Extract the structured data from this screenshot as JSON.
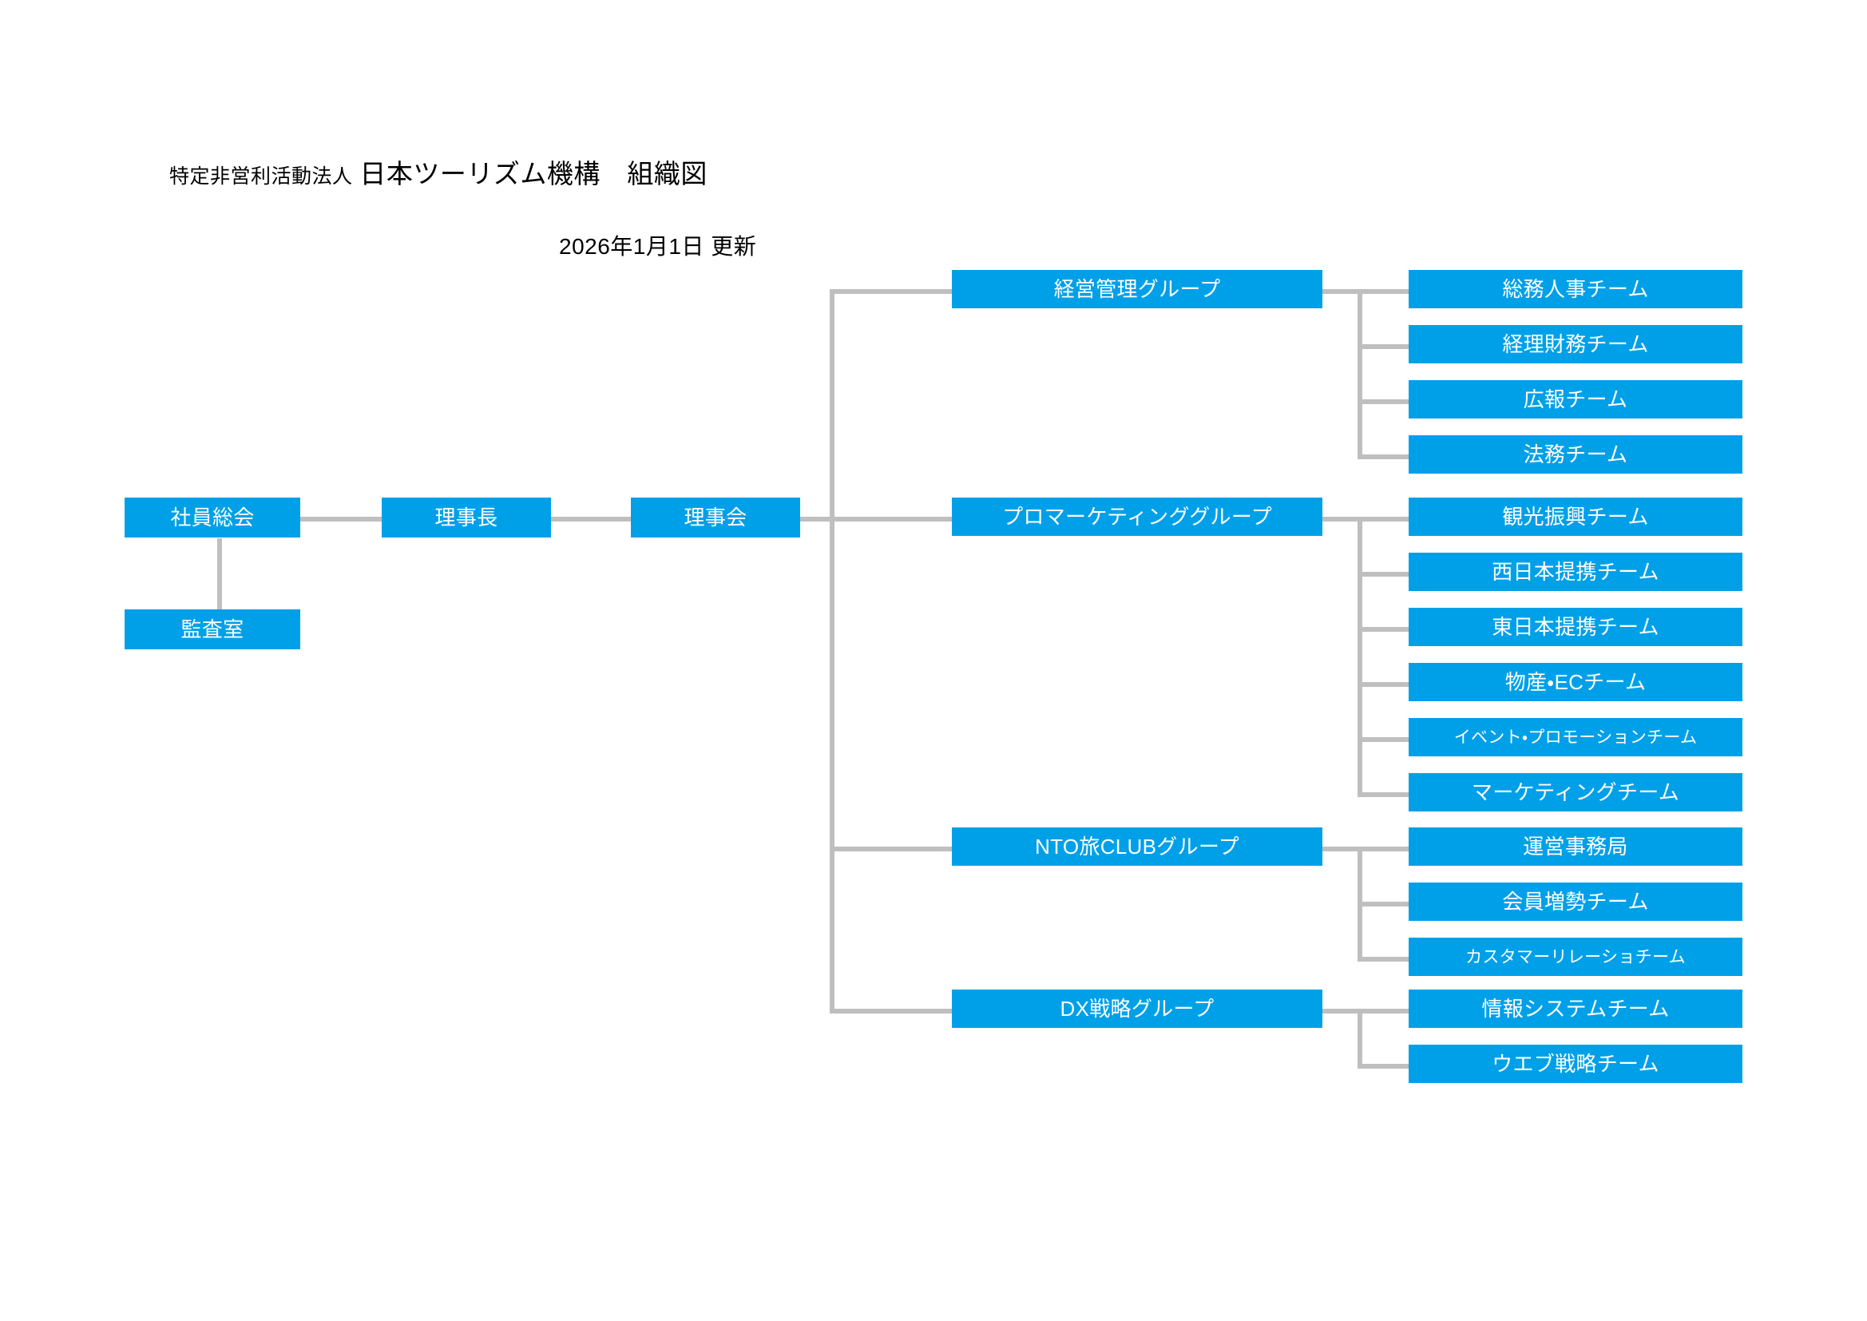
{
  "document": {
    "title_prefix": "特定非営利活動法人",
    "title_main": "日本ツーリズム機構　組織図",
    "subtitle": "2026年1月1日 更新"
  },
  "colors": {
    "node_fill": "#00A0E9",
    "node_text": "#FFFFFF",
    "connector": "#BFBFBF",
    "background": "#FFFFFF",
    "heading_text": "#000000"
  },
  "org": {
    "governance": [
      {
        "id": "general-assembly",
        "label": "社員総会"
      },
      {
        "id": "chairman",
        "label": "理事長"
      },
      {
        "id": "board-of-directors",
        "label": "理事会"
      },
      {
        "id": "audit-office",
        "label": "監査室"
      }
    ],
    "groups": [
      {
        "id": "management-administration",
        "label": "経営管理グループ",
        "teams": [
          {
            "id": "general-affairs-hr",
            "label": "総務人事チーム"
          },
          {
            "id": "accounting-finance",
            "label": "経理財務チーム"
          },
          {
            "id": "public-relations",
            "label": "広報チーム"
          },
          {
            "id": "legal",
            "label": "法務チーム"
          }
        ]
      },
      {
        "id": "pro-marketing",
        "label": "プロマーケティンググループ",
        "teams": [
          {
            "id": "tourism-promotion",
            "label": "観光振興チーム"
          },
          {
            "id": "west-japan-alliance",
            "label": "西日本提携チーム"
          },
          {
            "id": "east-japan-alliance",
            "label": "東日本提携チーム"
          },
          {
            "id": "products-ec",
            "label": "物産・ECチーム"
          },
          {
            "id": "event-promotion",
            "label": "イベント・プロモーションチーム"
          },
          {
            "id": "marketing",
            "label": "マーケティングチーム"
          }
        ]
      },
      {
        "id": "nto-tabi-club",
        "label": "NTO旅CLUBグループ",
        "teams": [
          {
            "id": "operations-office",
            "label": "運営事務局"
          },
          {
            "id": "member-growth",
            "label": "会員増勢チーム"
          },
          {
            "id": "customer-relations",
            "label": "カスタマーリレーショチーム"
          }
        ]
      },
      {
        "id": "dx-strategy",
        "label": "DX戦略グループ",
        "teams": [
          {
            "id": "information-systems",
            "label": "情報システムチーム"
          },
          {
            "id": "web-strategy",
            "label": "ウエブ戦略チーム"
          }
        ]
      }
    ]
  }
}
